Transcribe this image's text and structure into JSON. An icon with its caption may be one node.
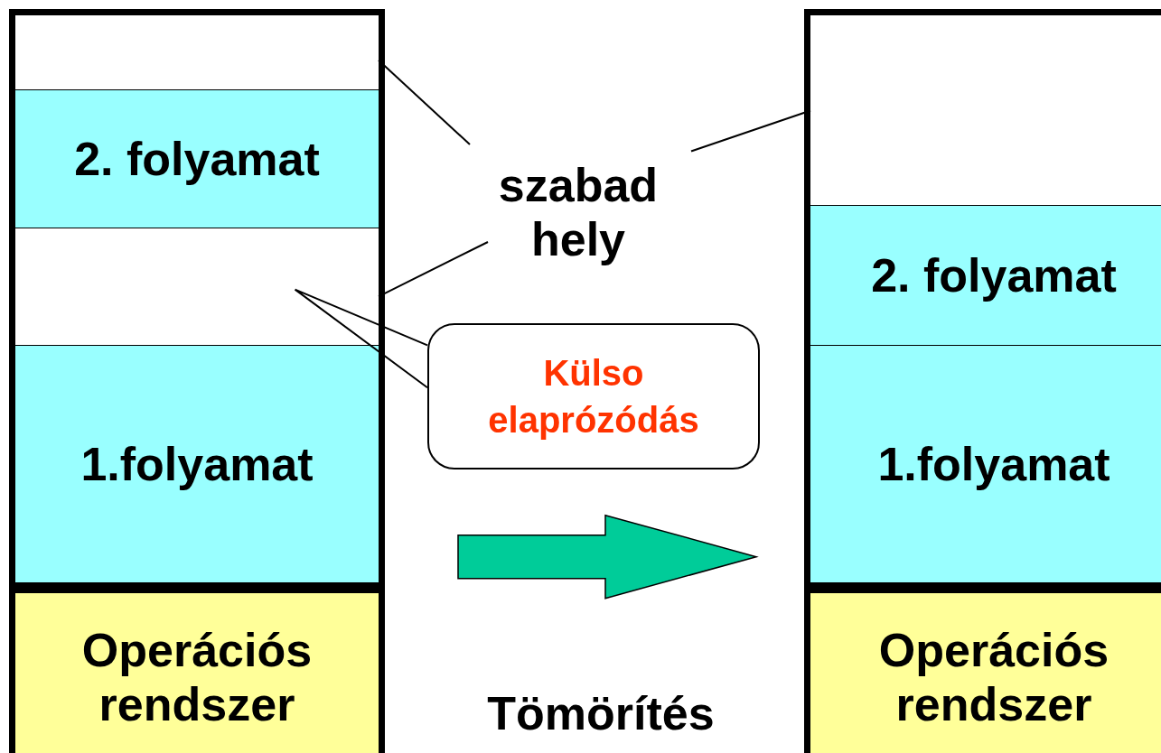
{
  "diagram": {
    "nodes": [
      {
        "text": [],
        "shape": "box"
      },
      {
        "text": [],
        "shape": "box",
        "in": 0
      },
      {
        "text": [
          "2. folyamat"
        ],
        "in": 0
      },
      {
        "text": [],
        "shape": "box",
        "in": 0
      },
      {
        "text": [
          "1.folyamat"
        ],
        "in": 0
      },
      {
        "text": [
          "Operációs rendszer"
        ]
      },
      {
        "text": [
          "szabad hely"
        ]
      },
      {
        "text": [
          "Külso elaprózódás"
        ]
      },
      {
        "text": [],
        "shape": "box"
      },
      {
        "text": [],
        "shape": "box",
        "in": 8
      },
      {
        "text": [
          "2. folyamat"
        ],
        "in": 8
      },
      {
        "text": [
          "1.folyamat"
        ],
        "in": 8
      },
      {
        "text": [
          "Operációs rendszer"
        ]
      }
    ],
    "edges": [
      {
        "from": 6,
        "to": 1,
        "arrow": "none"
      },
      {
        "from": 6,
        "to": 3,
        "arrow": "none"
      },
      {
        "from": 6,
        "to": 9,
        "arrow": "none"
      },
      {
        "from": 7,
        "to": 3,
        "arrow": "none"
      },
      {
        "from": 0,
        "to": 8,
        "arrow": "to",
        "style": "thick",
        "color": "#00cc99"
      }
    ],
    "labels": [
      "Tömörítés"
    ]
  }
}
